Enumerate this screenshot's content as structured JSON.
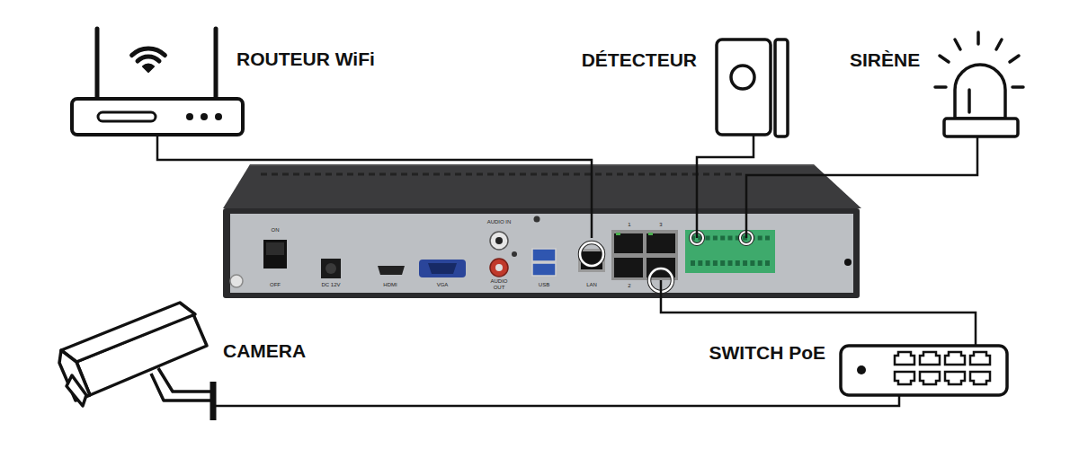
{
  "diagram": {
    "nodes": [
      {
        "text": [
          "ROUTEUR WiFi"
        ]
      },
      {
        "text": [
          "DÉTECTEUR"
        ]
      },
      {
        "text": [
          "SIRÈNE"
        ]
      },
      {
        "text": [
          "ON",
          "OFF",
          "DC 12V",
          "HDMI",
          "VGA",
          "AUDIO IN",
          "AUDIO OUT",
          "USB",
          "LAN",
          "1",
          "3",
          "2"
        ]
      },
      {
        "text": [
          "CAMERA"
        ]
      },
      {
        "text": [
          "SWITCH PoE"
        ]
      }
    ],
    "edges": [
      {
        "from": 0,
        "to": 3,
        "arrow": "none"
      },
      {
        "from": 1,
        "to": 3,
        "arrow": "none"
      },
      {
        "from": 2,
        "to": 3,
        "arrow": "none"
      },
      {
        "from": 3,
        "to": 5,
        "arrow": "none"
      },
      {
        "from": 4,
        "to": 5,
        "arrow": "none"
      }
    ]
  }
}
